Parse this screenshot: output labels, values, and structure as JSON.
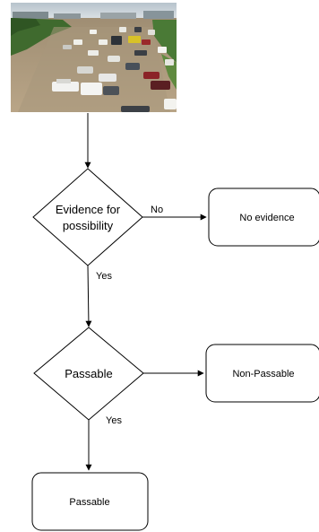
{
  "diagram": {
    "photo": {
      "description_icon": "flooded-road-photo"
    },
    "decision_1": {
      "line1": "Evidence for",
      "line2": "possibility"
    },
    "decision_2": {
      "label": "Passable"
    },
    "box_no_evidence": {
      "label": "No evidence"
    },
    "box_non_passable": {
      "label": "Non-Passable"
    },
    "box_passable": {
      "label": "Passable"
    },
    "edge_labels": {
      "no": "No",
      "yes_1": "Yes",
      "yes_2": "Yes"
    }
  }
}
